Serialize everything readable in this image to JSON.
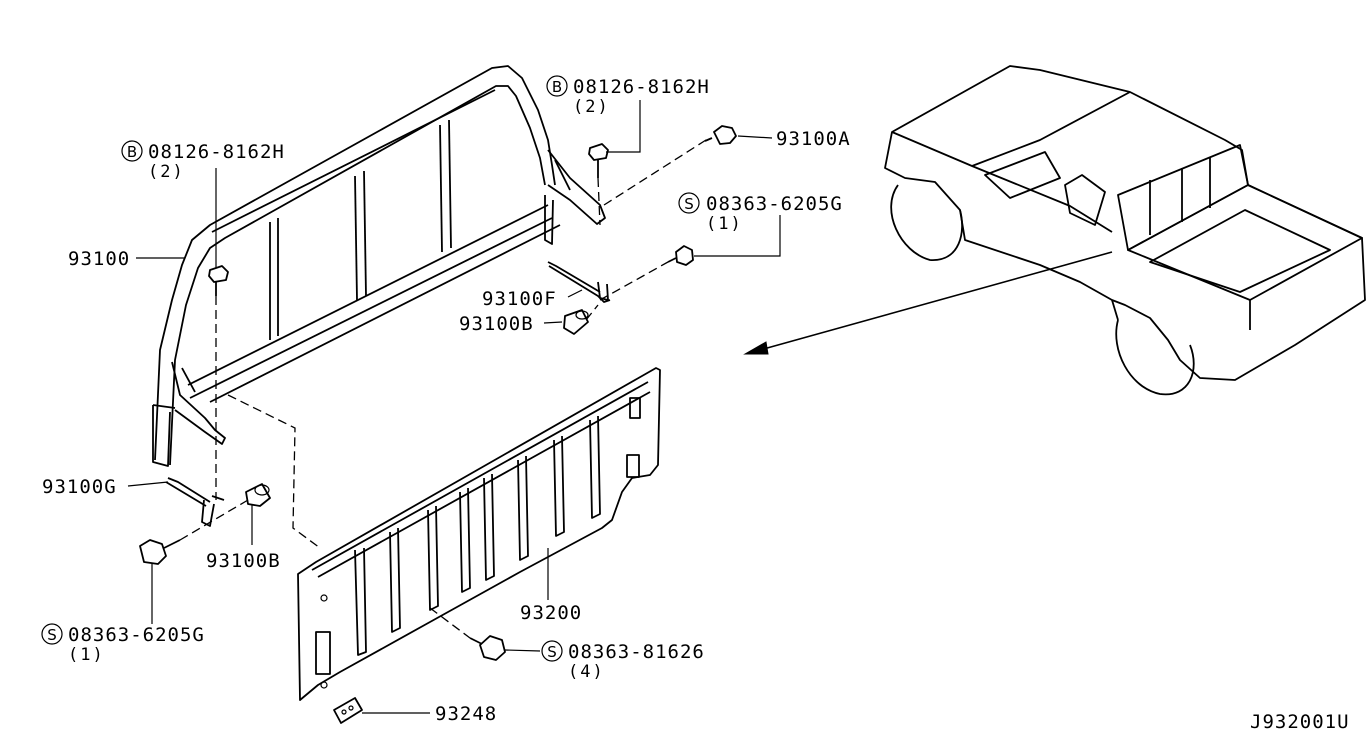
{
  "diagram_id": "J932001U",
  "callouts": {
    "bolt_left": {
      "prefix": "B",
      "part": "08126-8162H",
      "qty": "(2)"
    },
    "bolt_right": {
      "prefix": "B",
      "part": "08126-8162H",
      "qty": "(2)"
    },
    "screw_right": {
      "prefix": "S",
      "part": "08363-6205G",
      "qty": "(1)"
    },
    "screw_left": {
      "prefix": "S",
      "part": "08363-6205G",
      "qty": "(1)"
    },
    "screw_bottom": {
      "prefix": "S",
      "part": "08363-81626",
      "qty": "(4)"
    },
    "frame": {
      "part": "93100"
    },
    "clip_a": {
      "part": "93100A"
    },
    "bracket_f": {
      "part": "93100F"
    },
    "cap_b_right": {
      "part": "93100B"
    },
    "bracket_g": {
      "part": "93100G"
    },
    "cap_b_left": {
      "part": "93100B"
    },
    "panel": {
      "part": "93200"
    },
    "plate": {
      "part": "93248"
    }
  }
}
